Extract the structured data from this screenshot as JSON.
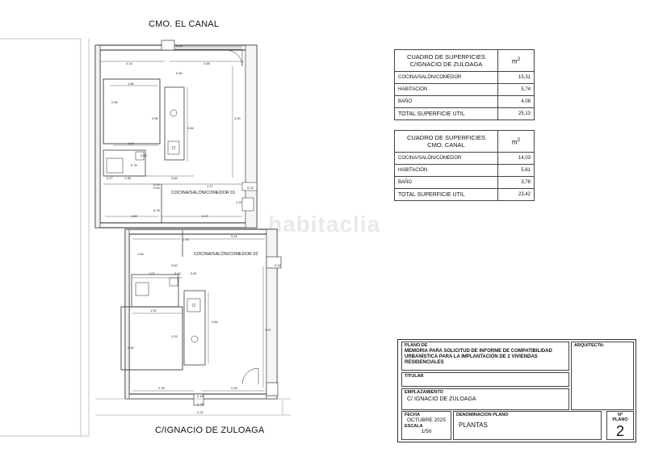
{
  "streets": {
    "top": "CMO. EL CANAL",
    "bottom": "C/IGNACIO DE ZULOAGA"
  },
  "watermark": "habitaclia",
  "rooms": {
    "unit1": "COCINA/SALÓN/COMEDOR 01",
    "unit2": "COCINA/SALÓN/COMEDOR 02"
  },
  "dims": [
    "2.14",
    "2.55",
    "0.64",
    "0.60",
    "1.84",
    "2.69",
    "2.56",
    "2.84",
    "3.49",
    "1.84",
    "0.45",
    "0.76",
    "0.27",
    "1.38",
    "0.82",
    "0.59",
    "0.84",
    "1.27",
    "1.83",
    "0.78",
    "2.47",
    "0.23",
    "1.97",
    "3.16",
    "0.76",
    "1.66",
    "0.62",
    "1.07",
    "0.42",
    "0.61",
    "0.22",
    "1.92",
    "2.82",
    "2.02",
    "3.84",
    "3.97",
    "2.34",
    "2.59",
    "0.19",
    "0.79",
    "0.21"
  ],
  "table1": {
    "title_line1": "CUADRO DE SUPERFICIES",
    "title_line2": "C/IGNACIO DE ZULOAGA",
    "unit": "m",
    "unit_sup": "2",
    "rows": [
      {
        "label": "COCINA/SALÓN/COMEDOR",
        "value": "15,31"
      },
      {
        "label": "HABITACIÓN",
        "value": "5,74"
      },
      {
        "label": "BAÑO",
        "value": "4,08"
      }
    ],
    "total_label": "TOTAL SUPERFICIE UTIL",
    "total_value": "25,13"
  },
  "table2": {
    "title_line1": "CUADRO DE SUPERFICIES",
    "title_line2": "CMO. CANAL",
    "unit": "m",
    "unit_sup": "2",
    "rows": [
      {
        "label": "COCINA/SALÓN/COMEDOR",
        "value": "14,03"
      },
      {
        "label": "HABITACIÓN",
        "value": "5,61"
      },
      {
        "label": "BAÑO",
        "value": "3,78"
      }
    ],
    "total_label": "TOTAL SUPERFICIE UTIL",
    "total_value": "23,42"
  },
  "titleblock": {
    "plano_label": "PLANO DE",
    "plano_value": "MEMORIA PARA SOLICITUD DE INFORME DE COMPATIBILIDAD URBANÍSTICA PARA LA IMPLANTACIÓN DE 2 VIVIENDAS RESIDENCIALES",
    "arquitecta_label": "ARQUITECTA:",
    "titular_label": "TITULAR",
    "emplazamiento_label": "EMPLAZAMIENTO",
    "emplazamiento_value": "C/ IGNACIO DE ZULOAGA",
    "fecha_label": "FECHA",
    "fecha_value": "OCTUBRE 2025",
    "escala_label": "ESCALA",
    "escala_value": "1/50",
    "denominacion_label": "DENOMINACION PLANO",
    "denominacion_value": "PLANTAS",
    "nplano_label": "Nº PLANO",
    "nplano_value": "2"
  }
}
